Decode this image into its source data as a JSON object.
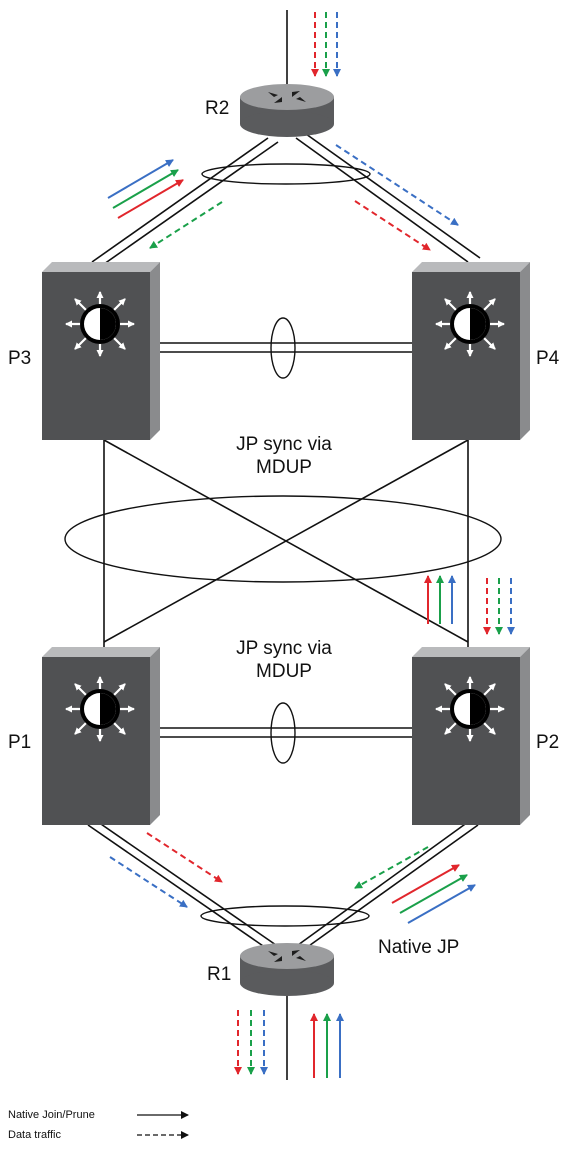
{
  "nodes": {
    "r2": "R2",
    "r1": "R1",
    "p3": "P3",
    "p4": "P4",
    "p1": "P1",
    "p2": "P2"
  },
  "annotations": {
    "sync_upper_line1": "JP sync via",
    "sync_upper_line2": "MDUP",
    "sync_lower_line1": "JP sync via",
    "sync_lower_line2": "MDUP",
    "native_jp": "Native JP"
  },
  "legend": {
    "native": "Native Join/Prune",
    "data": "Data traffic"
  },
  "colors": {
    "red": "#e1262c",
    "green": "#1aa04a",
    "blue": "#3a6fc4",
    "switch_face": "#505153",
    "switch_side": "#8a8b8d",
    "switch_top": "#b9babc",
    "line": "#111111"
  }
}
